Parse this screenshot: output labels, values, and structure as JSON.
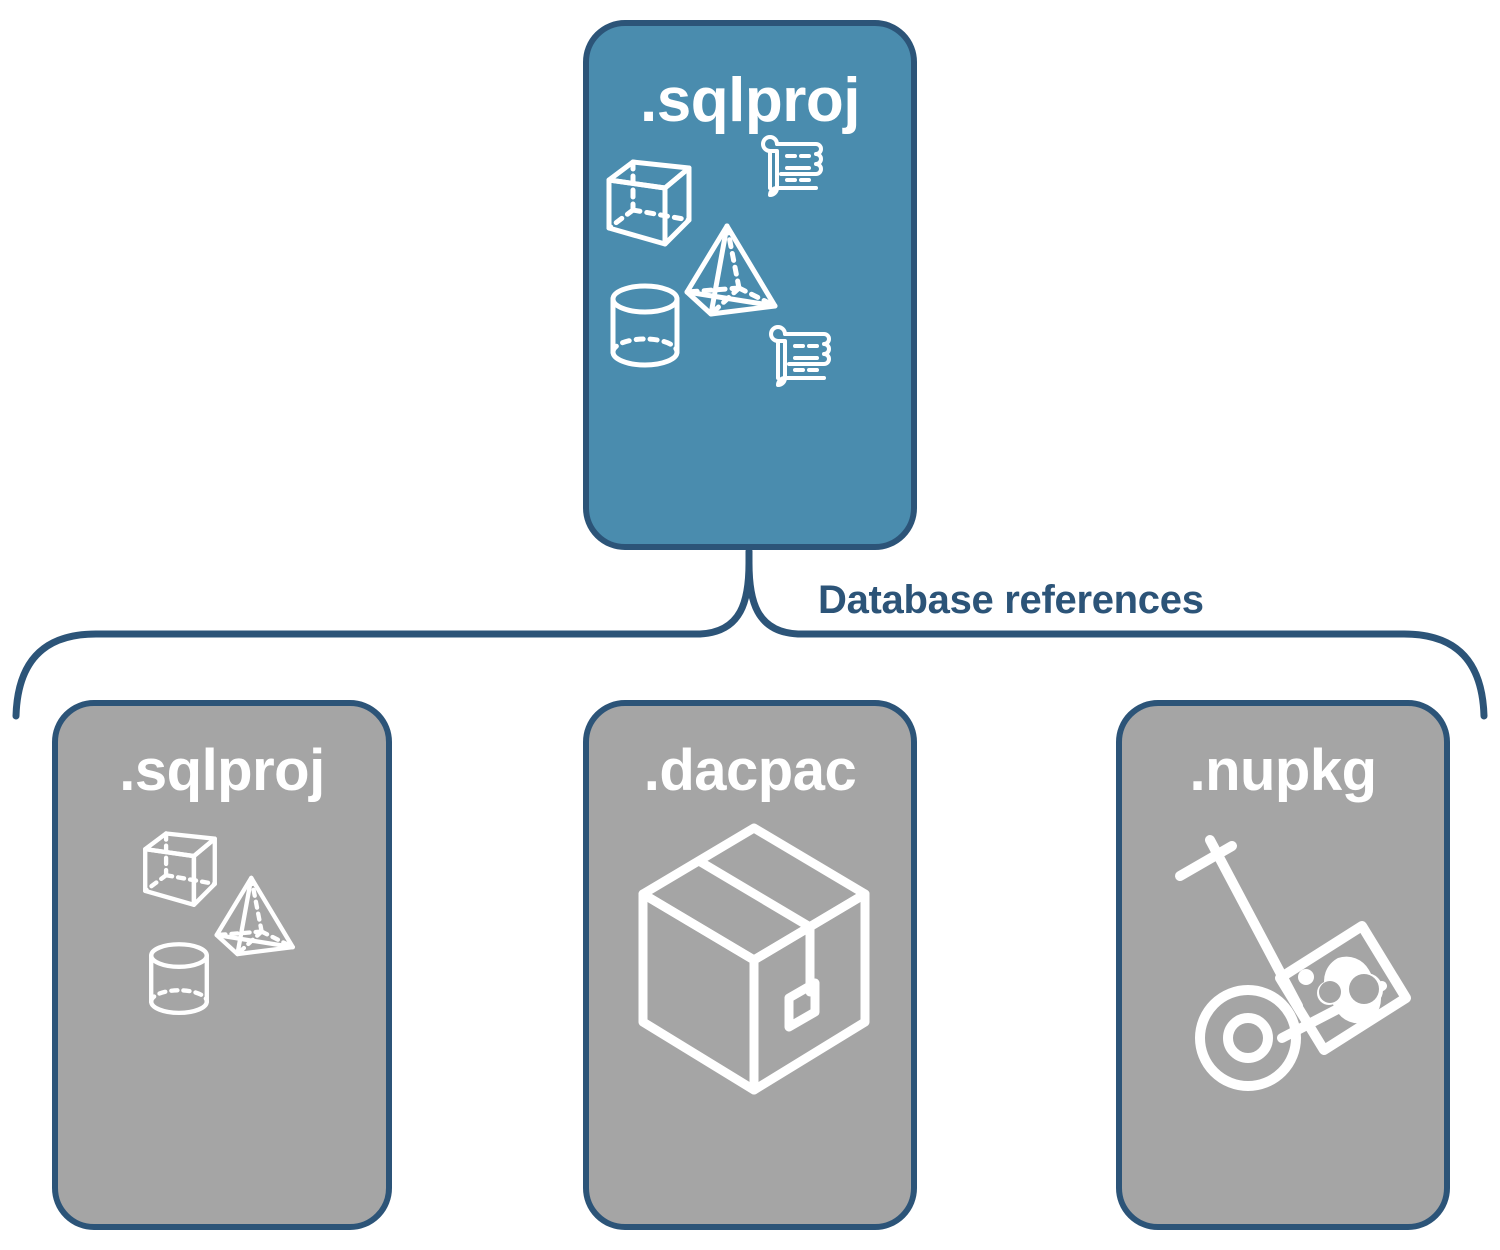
{
  "diagram": {
    "title": "Database references",
    "colors": {
      "accent_blue_fill": "#4A8CAE",
      "outline_navy": "#2C5478",
      "gray_fill": "#A5A5A5",
      "icon_white": "#FFFFFF",
      "label_text": "#2C5478"
    },
    "connector": {
      "kind": "curly-brace",
      "label": "Database references"
    },
    "root": {
      "label": ".sqlproj",
      "fill": "blue",
      "icons": [
        "cube-icon",
        "pyramid-icon",
        "cylinder-icon",
        "scroll-icon",
        "scroll-icon"
      ]
    },
    "children": [
      {
        "label": ".sqlproj",
        "fill": "gray",
        "icons": [
          "cube-icon",
          "pyramid-icon",
          "cylinder-icon"
        ]
      },
      {
        "label": ".dacpac",
        "fill": "gray",
        "icons": [
          "shipping-box-icon"
        ]
      },
      {
        "label": ".nupkg",
        "fill": "gray",
        "icons": [
          "hand-truck-package-icon"
        ]
      }
    ]
  }
}
